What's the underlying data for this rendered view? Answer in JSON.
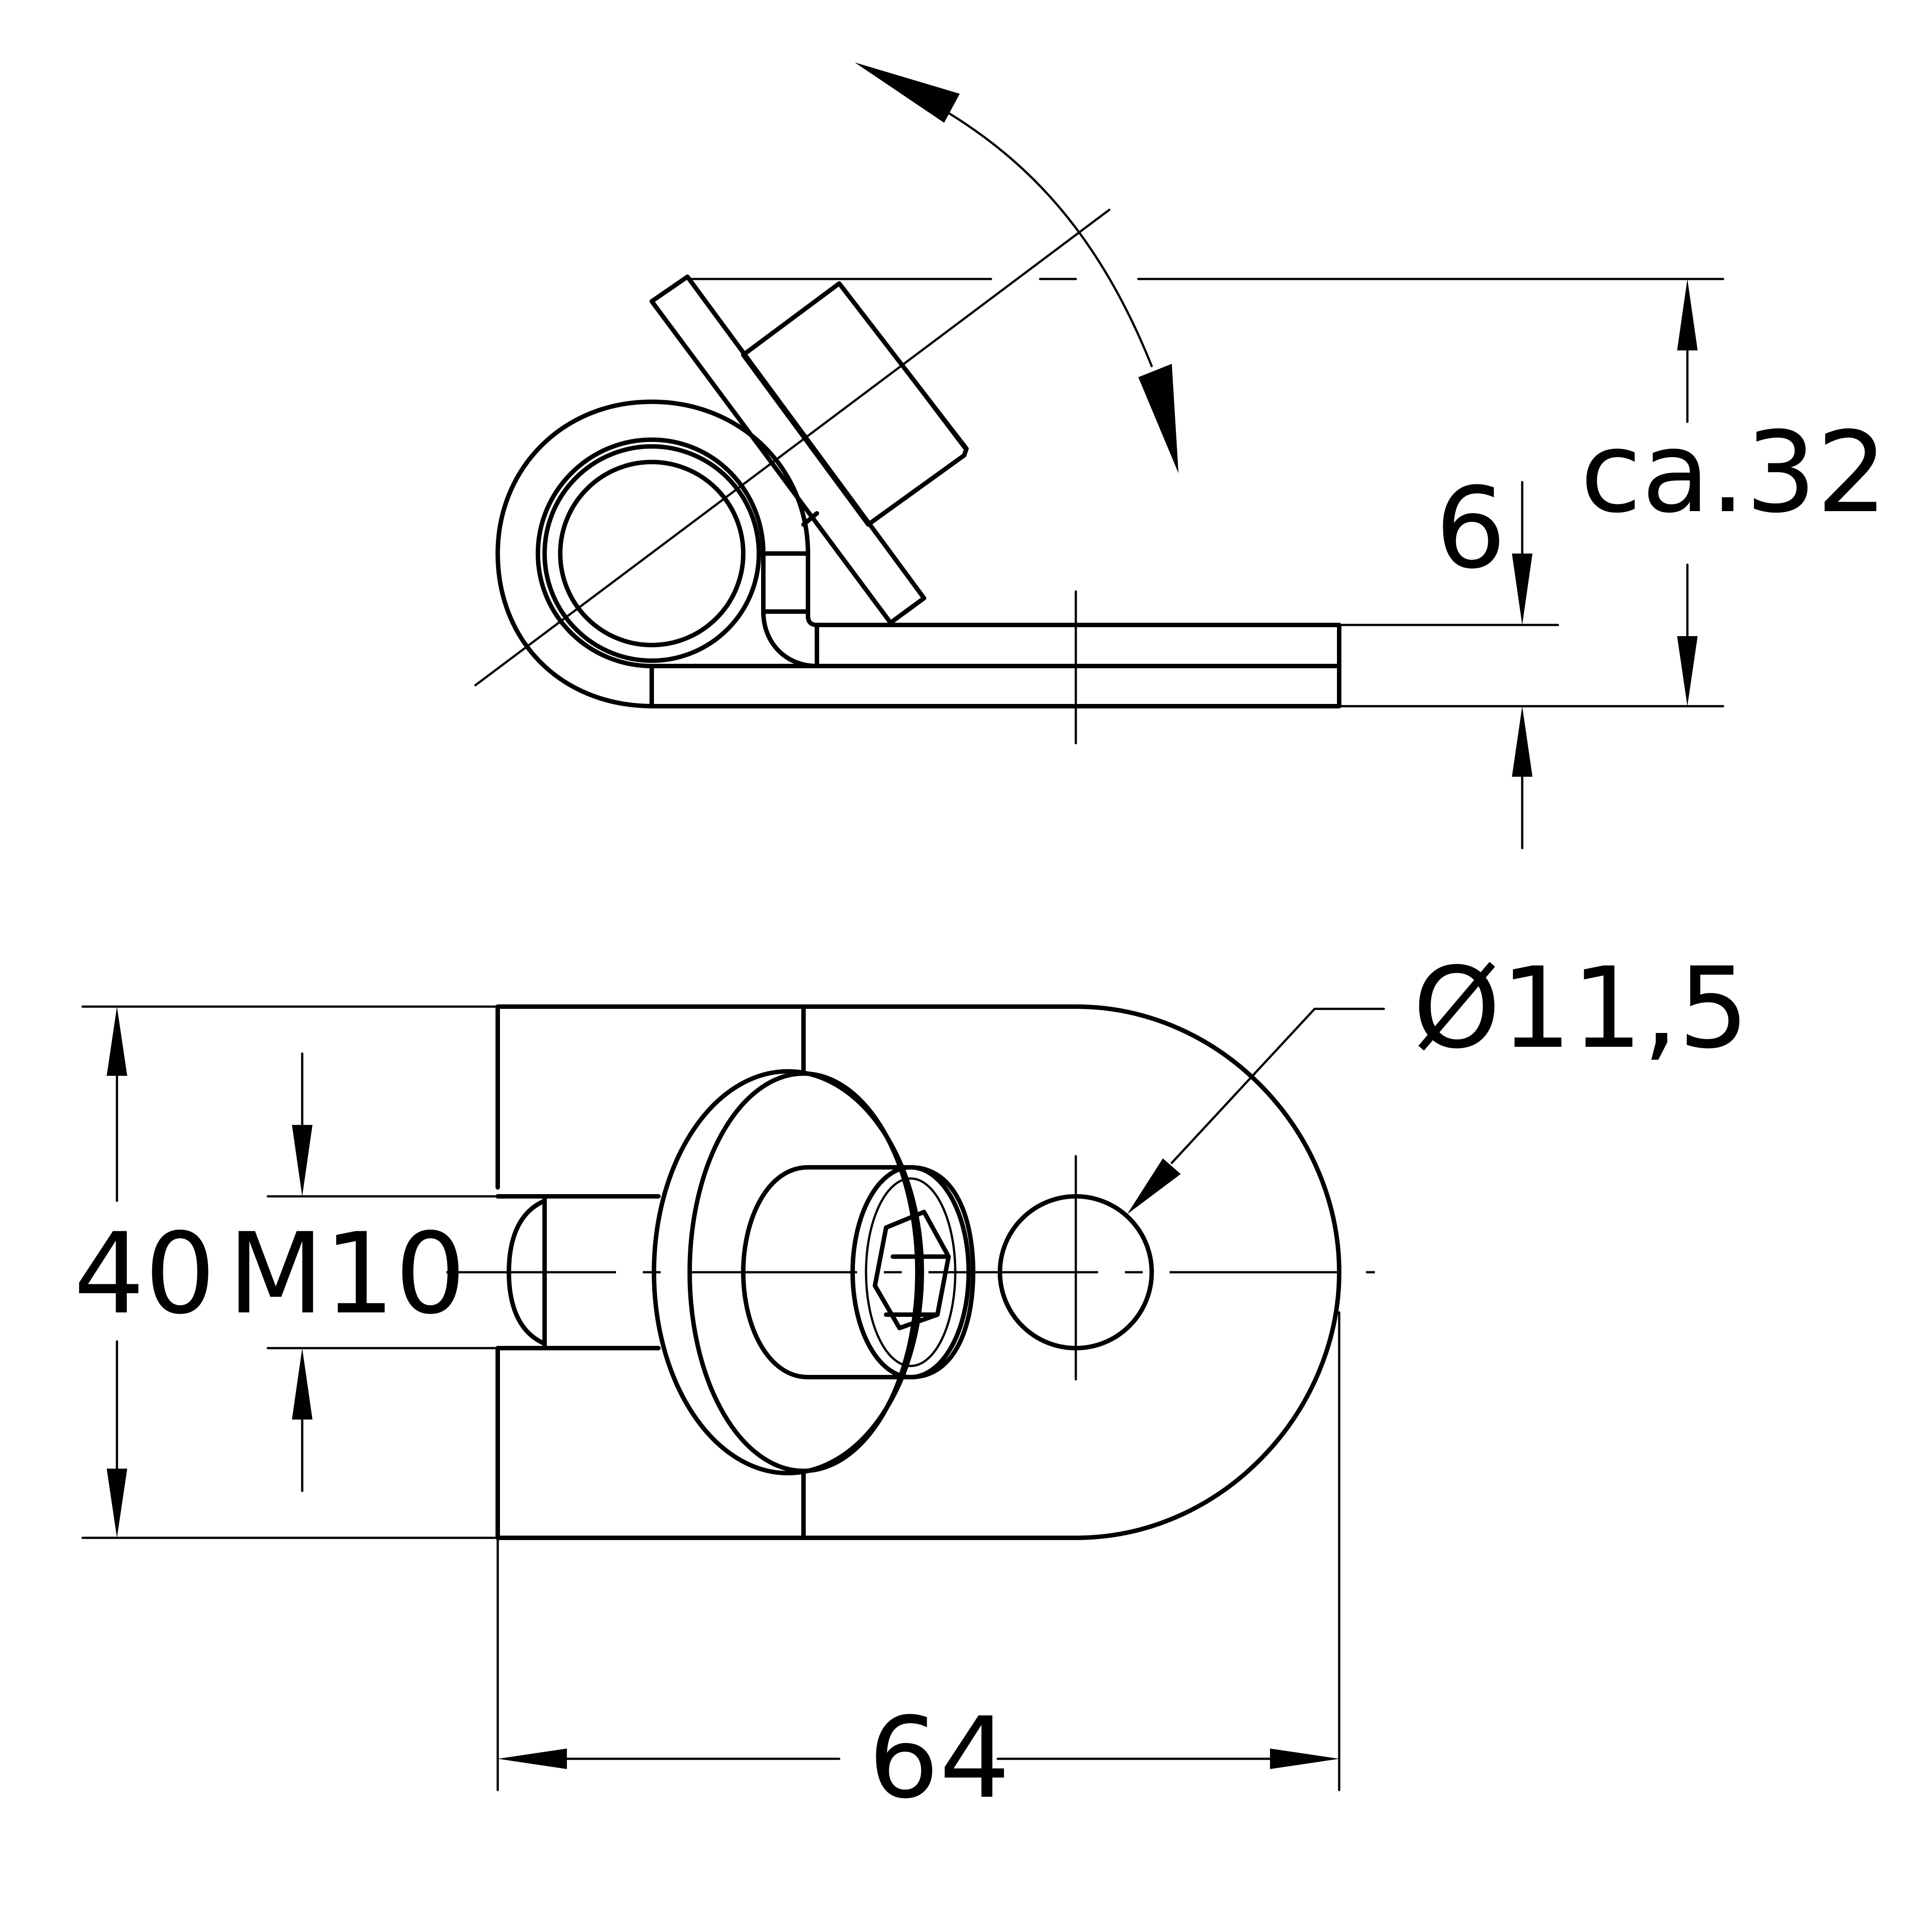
{
  "dimensions": {
    "height_approx": "ca.32",
    "thickness": "6",
    "width": "40",
    "thread": "M10",
    "hole_diameter": "Ø11,5",
    "length": "64"
  }
}
